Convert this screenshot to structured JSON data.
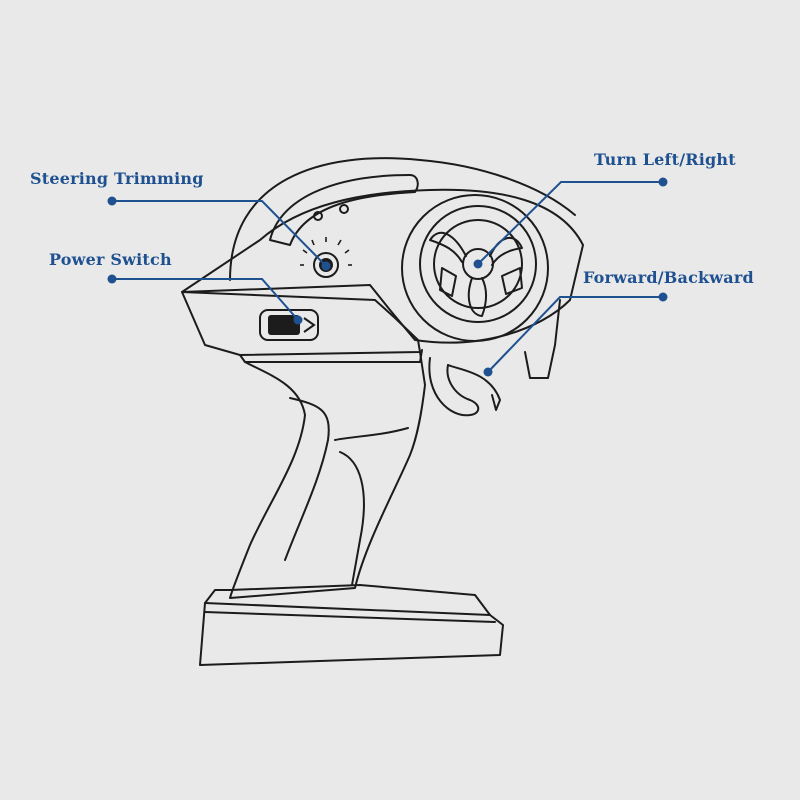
{
  "colors": {
    "background": "#e9e9e9",
    "line_art": "#1c1c1c",
    "callout": "#1f5191"
  },
  "labels": {
    "steering_trimming": "Steering Trimming",
    "power_switch": "Power Switch",
    "turn_left_right": "Turn Left/Right",
    "forward_backward": "Forward/Backward"
  }
}
